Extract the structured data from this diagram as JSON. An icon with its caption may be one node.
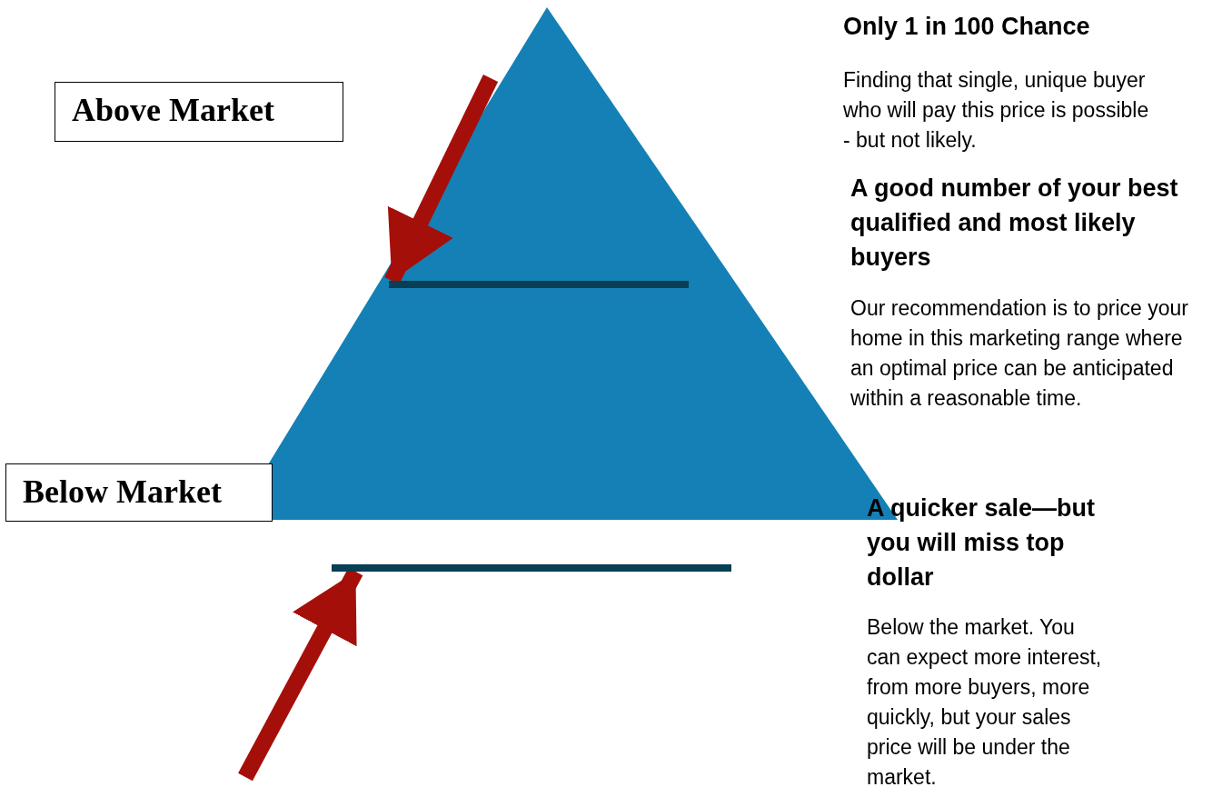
{
  "diagram": {
    "nodes": [
      {
        "text": [
          "Above Market"
        ]
      },
      {
        "text": [
          "Below Market"
        ]
      },
      {
        "text": [],
        "shape": "bar"
      },
      {
        "text": [],
        "shape": "bar"
      }
    ],
    "edges": [
      {
        "from": null,
        "to": 2,
        "arrow": "to"
      },
      {
        "from": null,
        "to": 3,
        "arrow": "to"
      }
    ],
    "labels": [
      "Only 1 in 100 Chance",
      "Finding that single, unique buyer who will pay this price is possible - but not likely.",
      "A good number of your best qualified and most likely buyers",
      "Our recommendation is to price your home in this marketing range where an optimal price can be anticipated within a reasonable time.",
      "A quicker sale—but you will miss top dollar",
      "Below the market. You can expect more interest, from more buyers, more quickly, but your sales price will be under the market."
    ]
  }
}
